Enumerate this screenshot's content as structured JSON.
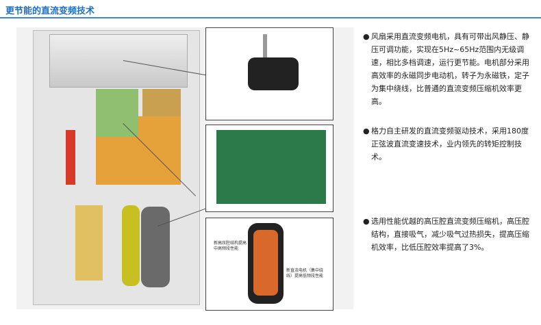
{
  "header": {
    "title": "更节能的直流变频技术"
  },
  "figure": {
    "compressor_label_1": "新高压腔结构提高中高频段性能",
    "compressor_label_2": "新直流电机（集中绕线）提高低频段性能"
  },
  "bullets": [
    {
      "text": "风扇采用直流变频电机，具有可带出风静压、静压可调功能，实现在5Hz~65Hz范围内无级调速，相比多档调速，运行更节能。电机部分采用高效率的永磁同步电动机，转子为永磁铁，定子为集中绕线，比普通的直流变频压缩机效率更高。"
    },
    {
      "text": "格力自主研发的直流变频驱动技术，采用180度正弦波直流变速技术，业内领先的转矩控制技术。"
    },
    {
      "text": "选用性能优越的高压腔直流变频压缩机，高压腔结构，直接吸气，减少吸气过热损失，提高压缩机效率，比低压腔效率提高了3%。"
    }
  ]
}
